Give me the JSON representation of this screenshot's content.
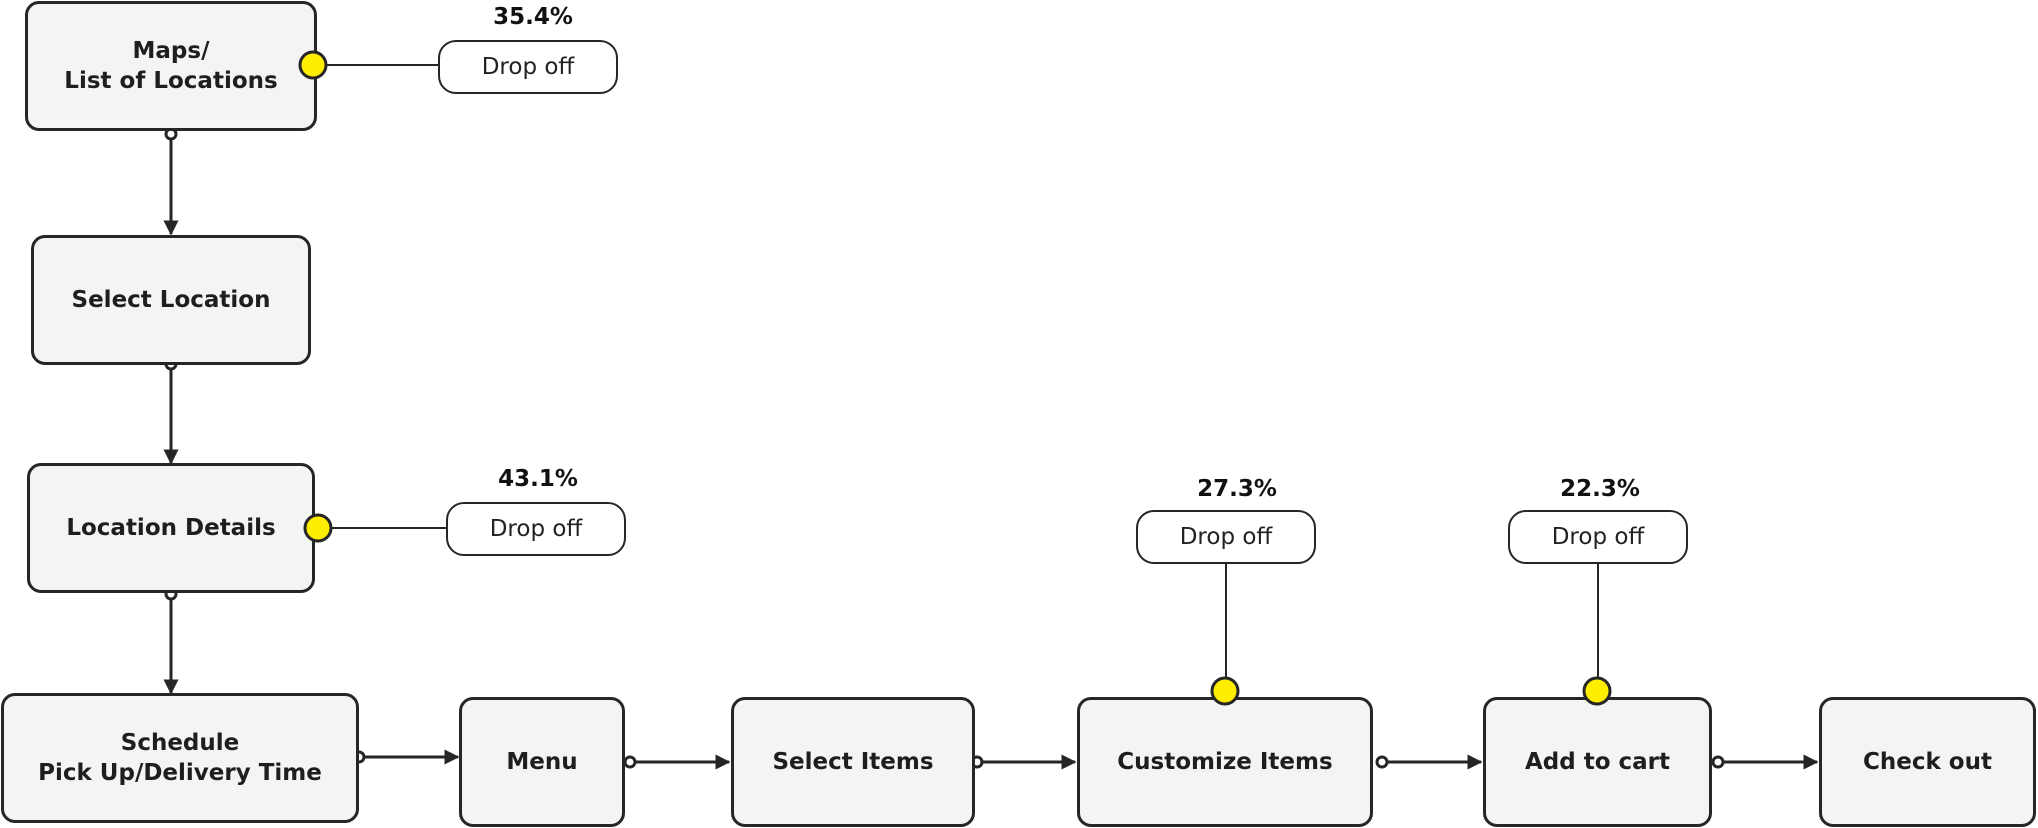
{
  "colors": {
    "stroke": "#262626",
    "node_fill": "#f4f4f4",
    "marker_yellow": "#ffee00"
  },
  "nodes": {
    "maps": "Maps/\nList of Locations",
    "select_location": "Select Location",
    "location_details": "Location Details",
    "schedule": "Schedule\nPick Up/Delivery Time",
    "menu": "Menu",
    "select_items": "Select Items",
    "customize_items": "Customize Items",
    "add_to_cart": "Add to cart",
    "check_out": "Check out"
  },
  "drop_offs": {
    "maps": {
      "label": "Drop off",
      "percent": "35.4%"
    },
    "location_details": {
      "label": "Drop off",
      "percent": "43.1%"
    },
    "customize_items": {
      "label": "Drop off",
      "percent": "27.3%"
    },
    "add_to_cart": {
      "label": "Drop off",
      "percent": "22.3%"
    }
  }
}
